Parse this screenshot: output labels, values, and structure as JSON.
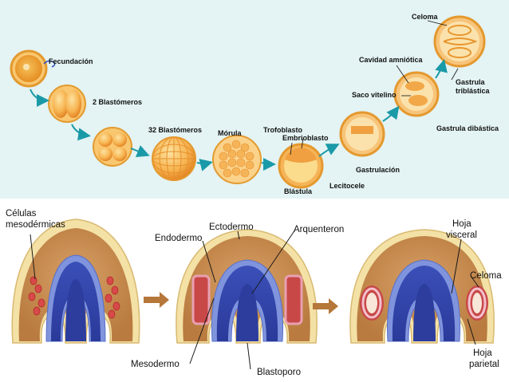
{
  "top_labels": {
    "fecundacion": "Fecundación",
    "dos_blastomeros": "2 Blastómeros",
    "treintaydos_blastomeros": "32 Blastómeros",
    "morula": "Mórula",
    "trofoblasto": "Trofoblasto",
    "embrioblasto": "Embrioblasto",
    "blastula": "Blástula",
    "lecitocele": "Lecitocele",
    "gastrulacion": "Gastrulación",
    "saco_vitelino": "Saco vitelino",
    "cavidad_amniotica": "Cavidad amniótica",
    "gastrula_dibastica": "Gastrula dibástica",
    "gastrula_triblastica_1": "Gastrula",
    "gastrula_triblastica_2": "triblástica",
    "celoma_top": "Celoma"
  },
  "bottom_labels": {
    "celulas_1": "Células",
    "celulas_2": "mesodérmicas",
    "ectodermo": "Ectodermo",
    "endodermo": "Endodermo",
    "arquenteron": "Arquenteron",
    "mesodermo": "Mesodermo",
    "blastoporo": "Blastoporo",
    "hoja_visceral_1": "Hoja",
    "hoja_visceral_2": "visceral",
    "celoma": "Celoma",
    "hoja_parietal_1": "Hoja",
    "hoja_parietal_2": "parietal"
  },
  "colors": {
    "top_background": "#e4f3f3",
    "cell_orange": "#f4a640",
    "cell_light": "#fbd98a",
    "arrow_teal": "#1a9aa8",
    "ectoderm_brown": "#c98a4e",
    "endoderm_blue": "#4a5fc4",
    "mesoderm_pink": "#e8a0b0",
    "arrow_brown": "#b5773a"
  }
}
